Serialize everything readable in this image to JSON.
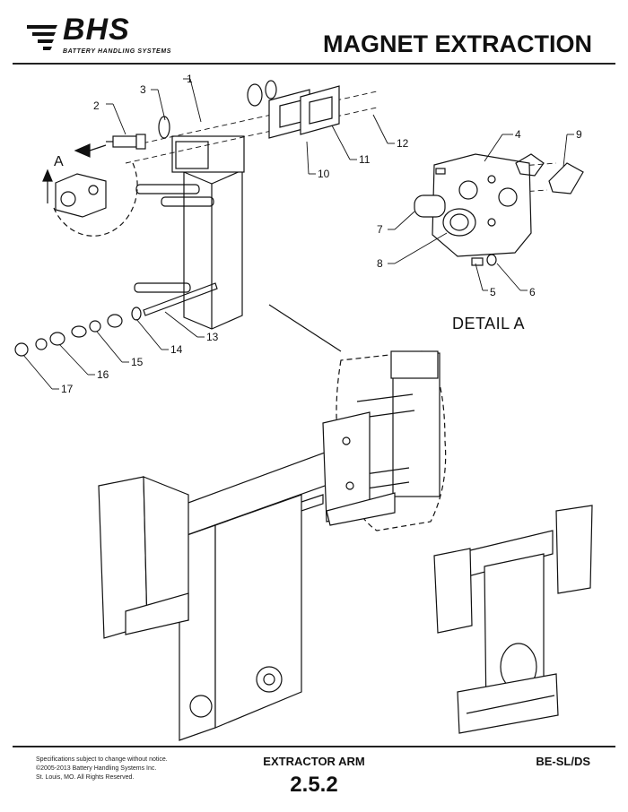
{
  "header": {
    "brand": "BHS",
    "brand_subtitle": "BATTERY HANDLING SYSTEMS",
    "title": "MAGNET EXTRACTION"
  },
  "callouts": [
    "1",
    "2",
    "3",
    "4",
    "5",
    "6",
    "7",
    "8",
    "9",
    "10",
    "11",
    "12",
    "13",
    "14",
    "15",
    "16",
    "17"
  ],
  "detail_letter": "A",
  "detail_label": "DETAIL  A",
  "footer": {
    "notice_line1": "Specifications subject to change without notice.",
    "notice_line2": "©2005-2013 Battery Handling Systems Inc.",
    "notice_line3": "St. Louis, MO.  All Rights Reserved.",
    "section_title": "EXTRACTOR ARM",
    "section_number": "2.5.2",
    "model": "BE-SL/DS"
  }
}
